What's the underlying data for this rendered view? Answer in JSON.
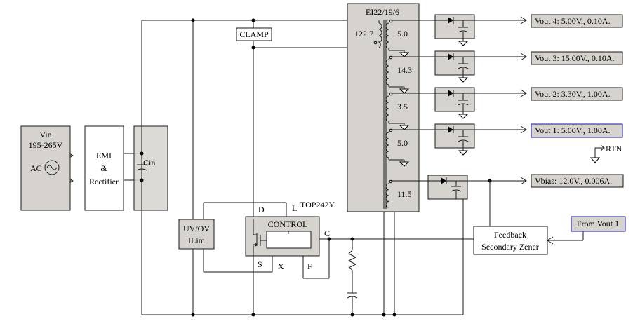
{
  "input": {
    "title": "Vin",
    "range": "195-265V",
    "ac": "AC"
  },
  "emi": {
    "line1": "EMI",
    "line2": "&",
    "line3": "Rectifier"
  },
  "cin": {
    "label": "Cin"
  },
  "clamp": {
    "label": "CLAMP"
  },
  "transformer": {
    "core": "EI22/19/6",
    "primary_turns": "122.7",
    "secondary_turns": [
      "5.0",
      "14.3",
      "3.5",
      "5.0",
      "11.5"
    ]
  },
  "outputs": [
    {
      "label": "Vout 4:  5.00V.,  0.10A."
    },
    {
      "label": "Vout 3:  15.00V.,  0.10A."
    },
    {
      "label": "Vout 2:  3.30V.,  1.00A."
    },
    {
      "label": "Vout 1:  5.00V.,  1.00A."
    }
  ],
  "rtn": {
    "label": "RTN"
  },
  "vbias": {
    "label": "Vbias: 12.0V., 0.006A."
  },
  "uvov": {
    "line1": "UV/OV",
    "line2": "ILim"
  },
  "top": {
    "part": "TOP242Y",
    "control": "CONTROL",
    "pin_d": "D",
    "pin_l": "L",
    "pin_c": "C",
    "pin_s": "S",
    "pin_x": "X",
    "pin_f": "F"
  },
  "feedback": {
    "line1": "Feedback",
    "line2": "Secondary Zener"
  },
  "from_vout": {
    "label": "From Vout 1"
  },
  "colors": {
    "panel": "#d6d3ce",
    "outline": "#1a1a1a",
    "highlight_border": "#3a3ab0",
    "background": "#ffffff"
  }
}
